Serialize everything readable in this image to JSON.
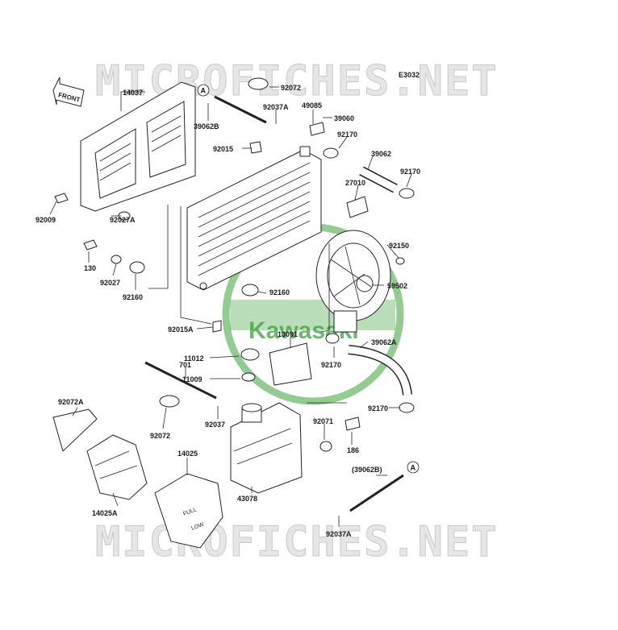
{
  "diagram": {
    "code": "E3032",
    "front_label": "FRONT",
    "watermark_top": "MICROFICHES.NET",
    "watermark_bottom": "MICROFICHES.NET",
    "logo_text": "Kawasaki",
    "ref_marker": "A",
    "tank_markings": {
      "full": "FULL",
      "low": "LOW"
    },
    "colors": {
      "label_green": "#2e8b2e",
      "logo_green": "#3aa03a",
      "line": "#222222"
    }
  },
  "parts": [
    {
      "id": "p14037",
      "label": "14037"
    },
    {
      "id": "p92009",
      "label": "92009"
    },
    {
      "id": "p92027A",
      "label": "92027A"
    },
    {
      "id": "p130",
      "label": "130"
    },
    {
      "id": "p92027",
      "label": "92027"
    },
    {
      "id": "p92160a",
      "label": "92160"
    },
    {
      "id": "p39062B",
      "label": "39062B"
    },
    {
      "id": "p92072a",
      "label": "92072"
    },
    {
      "id": "p92037Aa",
      "label": "92037A"
    },
    {
      "id": "p49085",
      "label": "49085"
    },
    {
      "id": "p39060",
      "label": "39060"
    },
    {
      "id": "p92015",
      "label": "92015"
    },
    {
      "id": "p92170a",
      "label": "92170"
    },
    {
      "id": "p39062",
      "label": "39062"
    },
    {
      "id": "p92170b",
      "label": "92170"
    },
    {
      "id": "p27010",
      "label": "27010"
    },
    {
      "id": "p92150",
      "label": "92150"
    },
    {
      "id": "p92160b",
      "label": "92160"
    },
    {
      "id": "p59502",
      "label": "59502"
    },
    {
      "id": "p92015A",
      "label": "92015A"
    },
    {
      "id": "p13091",
      "label": "13091"
    },
    {
      "id": "p39062A",
      "label": "39062A"
    },
    {
      "id": "p11012",
      "label": "11012"
    },
    {
      "id": "p701",
      "label": "701"
    },
    {
      "id": "p11009",
      "label": "11009"
    },
    {
      "id": "p92170c",
      "label": "92170"
    },
    {
      "id": "p92170d",
      "label": "92170"
    },
    {
      "id": "p92072A",
      "label": "92072A"
    },
    {
      "id": "p92037",
      "label": "92037"
    },
    {
      "id": "p92072b",
      "label": "92072"
    },
    {
      "id": "p92071",
      "label": "92071"
    },
    {
      "id": "p186",
      "label": "186"
    },
    {
      "id": "p14025",
      "label": "14025"
    },
    {
      "id": "p39062Bp",
      "label": "(39062B)"
    },
    {
      "id": "p43078",
      "label": "43078"
    },
    {
      "id": "p14025A",
      "label": "14025A"
    },
    {
      "id": "p92037Ab",
      "label": "92037A"
    }
  ]
}
